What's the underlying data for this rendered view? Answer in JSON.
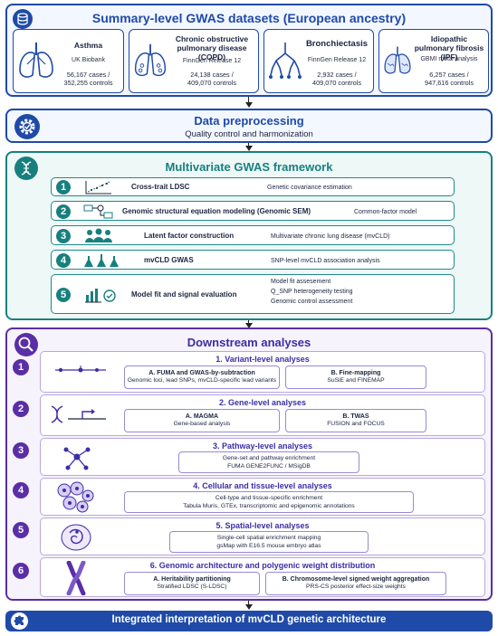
{
  "summary": {
    "title": "Summary-level GWAS datasets (European ancestry)",
    "datasets": [
      {
        "name": "Asthma",
        "source": "UK Biobank",
        "cases": "56,167 cases /",
        "controls": "352,255 controls"
      },
      {
        "name": "Chronic obstructive pulmonary disease (COPD)",
        "source": "FinnGen Release 12",
        "cases": "24,138 cases /",
        "controls": "409,070 controls"
      },
      {
        "name": "Bronchiectasis",
        "source": "FinnGen Release 12",
        "cases": "2,932 cases /",
        "controls": "409,070 controls"
      },
      {
        "name": "Idiopathic pulmonary fibrosis (IPF)",
        "source": "GBMI meta-analysis",
        "cases": "6,257 cases /",
        "controls": "947,616 controls"
      }
    ]
  },
  "preprocessing": {
    "title": "Data preprocessing",
    "subtitle": "Quality control and harmonization"
  },
  "framework": {
    "title": "Multivariate GWAS framework",
    "steps": [
      {
        "num": "1",
        "title": "Cross-trait LDSC",
        "desc": [
          "Genetic covariance estimation"
        ]
      },
      {
        "num": "2",
        "title": "Genomic structural equation modeling (Genomic SEM)",
        "desc": [
          "Common-factor model"
        ]
      },
      {
        "num": "3",
        "title": "Latent factor construction",
        "desc": [
          "Multivariate chronic lung disease (mvCLD)"
        ]
      },
      {
        "num": "4",
        "title": "mvCLD GWAS",
        "desc": [
          "SNP-level mvCLD association analysis"
        ]
      },
      {
        "num": "5",
        "title": "Model fit and signal evaluation",
        "desc": [
          "Model fit assesement",
          "Q_SNP heterogeneity testing",
          "Genomic control assessment"
        ]
      }
    ]
  },
  "downstream": {
    "title": "Downstream analyses",
    "sections": [
      {
        "num": "1",
        "title": "1. Variant-level analyses",
        "boxes": [
          {
            "title": "A. FUMA and GWAS-by-subtraction",
            "desc": [
              "Genomic loci, lead SNPs, mvCLD-specific lead variants"
            ]
          },
          {
            "title": "B. Fine-mapping",
            "desc": [
              "SuSiE and FINEMAP"
            ]
          }
        ]
      },
      {
        "num": "2",
        "title": "2. Gene-level analyses",
        "boxes": [
          {
            "title": "A. MAGMA",
            "desc": [
              "Gene-based analysis"
            ]
          },
          {
            "title": "B. TWAS",
            "desc": [
              "FUSION and FOCUS"
            ]
          }
        ]
      },
      {
        "num": "3",
        "title": "3. Pathway-level analyses",
        "boxes": [
          {
            "title": "",
            "desc": [
              "Gene-set and pathway enrichment",
              "FUMA GENE2FUNC / MSigDB"
            ]
          }
        ]
      },
      {
        "num": "4",
        "title": "4. Cellular and tissue-level analyses",
        "boxes": [
          {
            "title": "",
            "desc": [
              "Cell-type and tissue-specific enrichment",
              "Tabula Muris, GTEx, transcriptomic and epigenomic annotations"
            ]
          }
        ]
      },
      {
        "num": "5",
        "title": "5. Spatial-level analyses",
        "boxes": [
          {
            "title": "",
            "desc": [
              "Single-cell spatial enrichment mapping",
              "gsMap with E16.5 mouse embryo atlas"
            ]
          }
        ]
      },
      {
        "num": "6",
        "title": "6. Genomic architecture and polygenic weight distribution",
        "boxes": [
          {
            "title": "A. Heritability partitioning",
            "desc": [
              "Stratified LDSC (S-LDSC)"
            ]
          },
          {
            "title": "B. Chromosome-level signed weight aggregation",
            "desc": [
              "PRS-CS posterior effect-size weights"
            ]
          }
        ]
      }
    ]
  },
  "footer": {
    "title": "Integrated interpretation of mvCLD genetic architecture"
  },
  "colors": {
    "blue": "#1f4aa8",
    "teal": "#17807f",
    "purple": "#5a2ea6"
  },
  "icons": [
    "database-icon",
    "gear-icon",
    "dna-icon",
    "magnifier-icon",
    "puzzle-icon"
  ]
}
